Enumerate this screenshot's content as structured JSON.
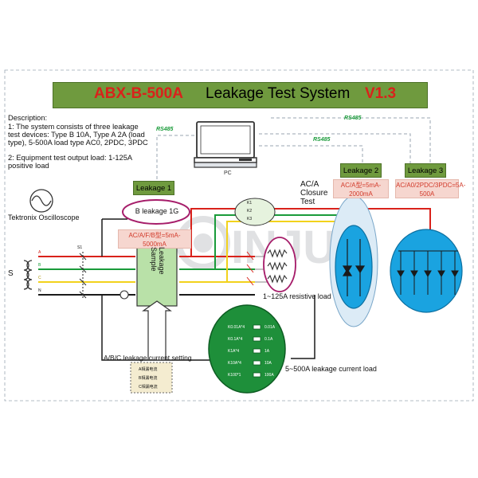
{
  "title": {
    "model": "ABX-B-500A",
    "name": "Leakage Test System",
    "version": "V1.3"
  },
  "description": {
    "heading": "Description:",
    "line1": "1: The system consists of three leakage",
    "line2": "test devices: Type B 10A, Type A 2A (load",
    "line3": "type), 5-500A load type AC0, 2PDC, 3PDC",
    "line4": "2: Equipment test output load: 1-125A",
    "line5": "positive load"
  },
  "pc": {
    "label": "PC"
  },
  "rs485": {
    "label_left": "RS485",
    "label_mid": "RS485",
    "label_right": "RS485"
  },
  "oscilloscope": {
    "label": "Tektronix Oscilloscope"
  },
  "leakage1": {
    "label": "Leakage 1",
    "oval_text": "B leakage 1G",
    "spec": "AC/A/F/B型=5mA-5000mA"
  },
  "leakage2": {
    "label": "Leakage 2",
    "spec": "AC/A型=5mA-2000mA"
  },
  "leakage3": {
    "label": "Leakage 3",
    "spec": "AC/A0/2PDC/3PDC=5A-500A"
  },
  "closure_test": {
    "line1": "AC/A",
    "line2": "Closure",
    "line3": "Test"
  },
  "leakage_sample": {
    "label": "Leakage Sample"
  },
  "resistive_load": {
    "label": "1~125A resistive load"
  },
  "source": {
    "label": "S"
  },
  "phases": [
    "A",
    "B",
    "C",
    "N"
  ],
  "switch_label": "S1",
  "current_setting": {
    "label": "A/B/C leakage current setting",
    "options": [
      "A相漏电流",
      "B相漏电流",
      "C相漏电流"
    ]
  },
  "current_load": {
    "label": "5~500A leakage current load",
    "rows": [
      {
        "left": "K0.01A*4",
        "right": "0.01A"
      },
      {
        "left": "K0.1A*4",
        "right": "0.1A"
      },
      {
        "left": "K1A*4",
        "right": "1A"
      },
      {
        "left": "K10A*4",
        "right": "10A"
      },
      {
        "left": "K100*1",
        "right": "100A"
      }
    ]
  },
  "switches_top": [
    "K1",
    "K2",
    "K3"
  ],
  "watermark": "INJUO",
  "colors": {
    "phase_a": "#d9221b",
    "phase_b": "#1a9b3a",
    "phase_c": "#f2d21c",
    "neutral": "#1a1a1a",
    "title_bg": "#6f9a3e",
    "title_text": "#d9221b",
    "green_board": "#1e8f3a",
    "blue_panel": "#1aa3e0",
    "accent_blue": "#3b7ad6"
  }
}
